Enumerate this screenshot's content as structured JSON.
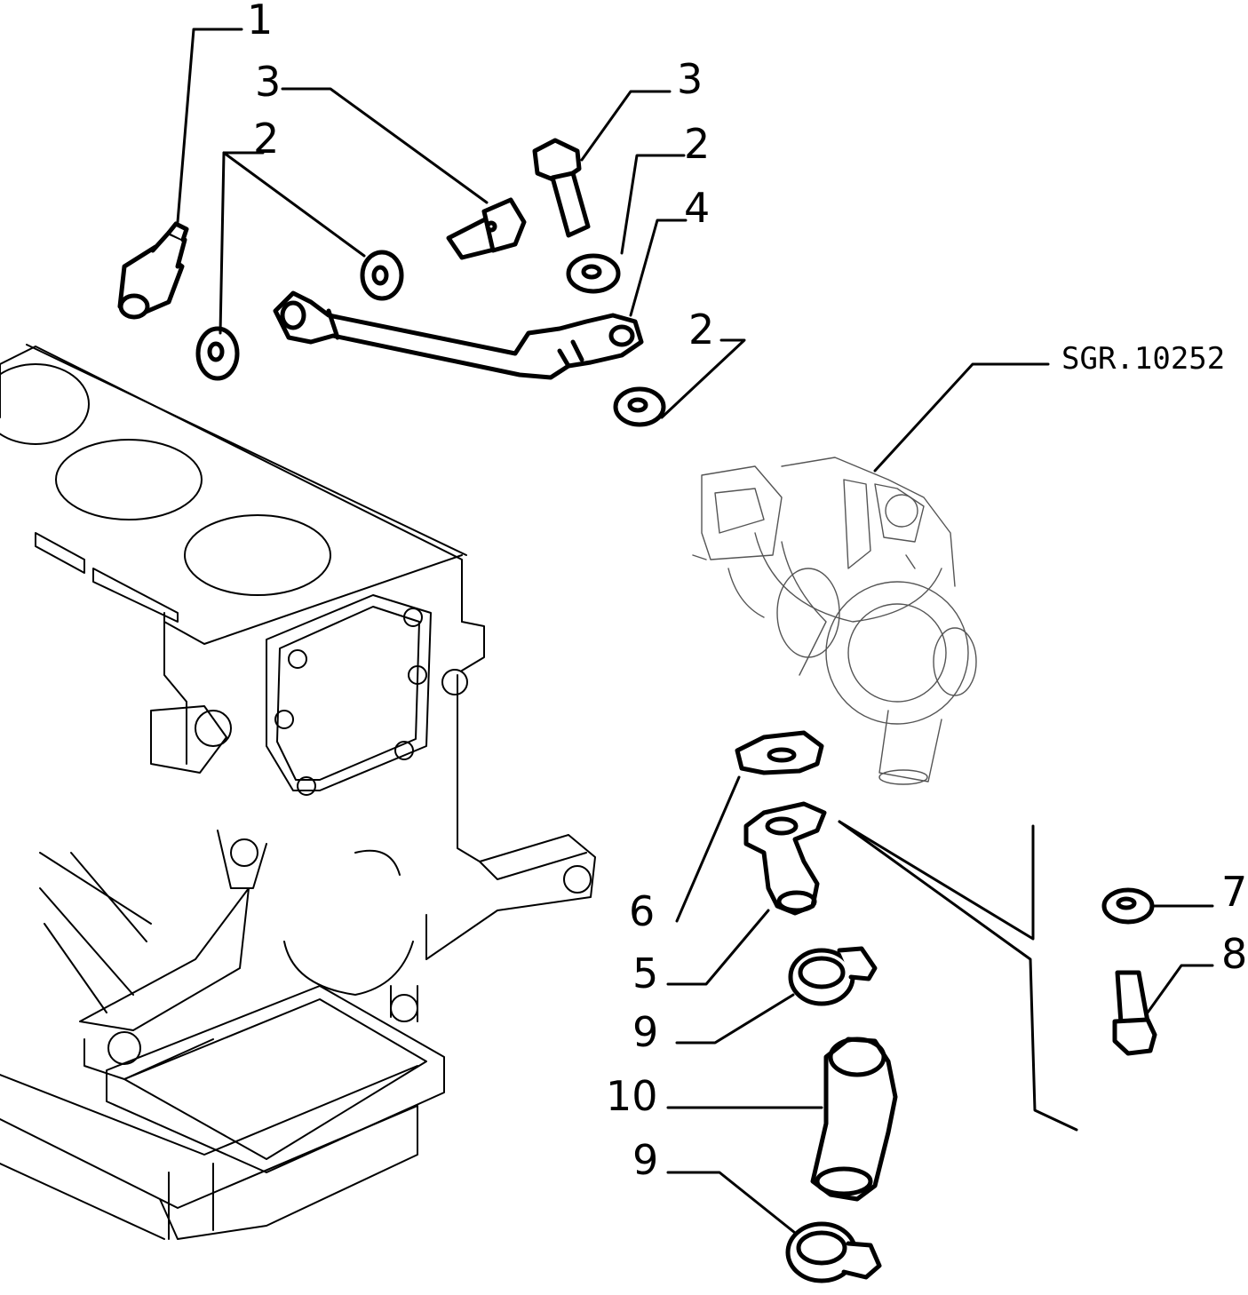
{
  "drawing_ref": "SGR.10252",
  "callouts": [
    {
      "id": "c1",
      "label": "1"
    },
    {
      "id": "c3a",
      "label": "3"
    },
    {
      "id": "c2a",
      "label": "2"
    },
    {
      "id": "c3b",
      "label": "3"
    },
    {
      "id": "c2b",
      "label": "2"
    },
    {
      "id": "c4",
      "label": "4"
    },
    {
      "id": "c2c",
      "label": "2"
    },
    {
      "id": "c6",
      "label": "6"
    },
    {
      "id": "c5",
      "label": "5"
    },
    {
      "id": "c9a",
      "label": "9"
    },
    {
      "id": "c10",
      "label": "10"
    },
    {
      "id": "c9b",
      "label": "9"
    },
    {
      "id": "c7",
      "label": "7"
    },
    {
      "id": "c8",
      "label": "8"
    }
  ]
}
